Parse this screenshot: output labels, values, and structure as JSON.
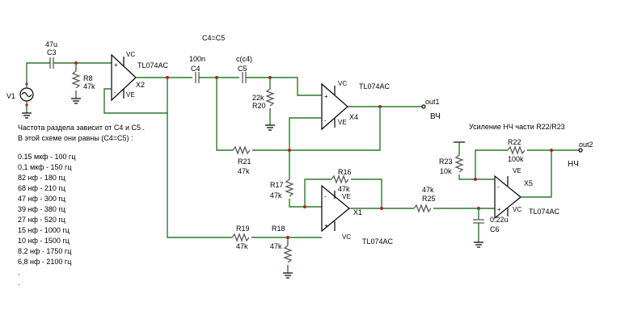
{
  "title_note": "C4=C5",
  "source": {
    "ref": "V1"
  },
  "capacitors": {
    "C3": {
      "ref": "C3",
      "value": "47u"
    },
    "C4": {
      "ref": "C4",
      "value": "100n"
    },
    "C5": {
      "ref": "C5",
      "value": "c(c4)"
    },
    "C6": {
      "ref": "C6",
      "value": "0.22u"
    }
  },
  "resistors": {
    "R8": {
      "ref": "R8",
      "value": "47k"
    },
    "R20": {
      "ref": "R20",
      "value": "22k"
    },
    "R21": {
      "ref": "R21",
      "value": "47k"
    },
    "R17": {
      "ref": "R17",
      "value": "47k"
    },
    "R16": {
      "ref": "R16",
      "value": "47k"
    },
    "R19": {
      "ref": "R19",
      "value": "47k"
    },
    "R18": {
      "ref": "R18",
      "value": "47k"
    },
    "R25": {
      "ref": "R25",
      "value": "47k"
    },
    "R23": {
      "ref": "R23",
      "value": "10k"
    },
    "R22": {
      "ref": "R22",
      "value": "100k"
    }
  },
  "opamps": {
    "X2": {
      "ref": "X2",
      "model": "TL074AC"
    },
    "X4": {
      "ref": "X4",
      "model": "TL074AC"
    },
    "X1": {
      "ref": "X1",
      "model": "TL074AC"
    },
    "X5": {
      "ref": "X5",
      "model": "TL074AC"
    }
  },
  "pins": {
    "vc": "VC",
    "ve": "VE",
    "plus": "+",
    "minus": "-"
  },
  "outputs": {
    "out1": {
      "label": "out1",
      "desc": "ВЧ"
    },
    "out2": {
      "label": "out2",
      "desc": "НЧ"
    }
  },
  "lf_gain_note": "Усиление НЧ части R22/R23",
  "crossover_notes": [
    "Частота раздела зависит от C4 и C5 .",
    "В этой схеме они равны (C4=C5) :",
    "0.15 мкф - 100 гц",
    "0,1 мкф - 150 гц",
    "82 нф - 180 гц",
    "68 нф - 210 гц",
    "47 нф - 300 гц",
    "39 нф - 380 гц",
    "27 нф - 520 гц",
    "15 нф - 1000 гц",
    "10 нф - 1500 гц",
    "8,2 нф - 1750 гц",
    "6,8 нф - 2100 гц",
    ".",
    "."
  ]
}
